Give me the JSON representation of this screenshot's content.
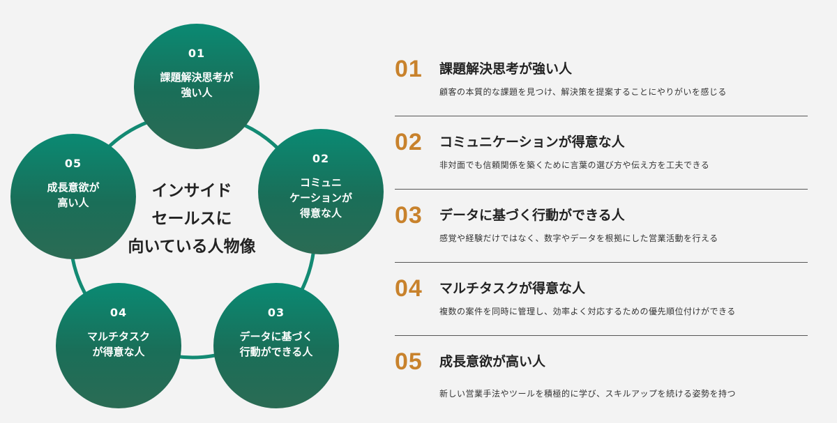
{
  "diagram": {
    "center_title": "インサイド\nセールスに\n向いている人物像",
    "ring_color": "#138a73",
    "circles": [
      {
        "num": "01",
        "label": "課題解決思考が\n強い人"
      },
      {
        "num": "02",
        "label": "コミュニ\nケーションが\n得意な人"
      },
      {
        "num": "03",
        "label": "データに基づく\n行動ができる人"
      },
      {
        "num": "04",
        "label": "マルチタスク\nが得意な人"
      },
      {
        "num": "05",
        "label": "成長意欲が\n高い人"
      }
    ]
  },
  "list": {
    "accent_color": "#c8822c",
    "items": [
      {
        "num": "01",
        "title": "課題解決思考が強い人",
        "desc": "顧客の本質的な課題を見つけ、解決策を提案することにやりがいを感じる"
      },
      {
        "num": "02",
        "title": "コミュニケーションが得意な人",
        "desc": "非対面でも信頼関係を築くために言葉の選び方や伝え方を工夫できる"
      },
      {
        "num": "03",
        "title": "データに基づく行動ができる人",
        "desc": "感覚や経験だけではなく、数字やデータを根拠にした営業活動を行える"
      },
      {
        "num": "04",
        "title": "マルチタスクが得意な人",
        "desc": "複数の案件を同時に管理し、効率よく対応するための優先順位付けができる"
      },
      {
        "num": "05",
        "title": "成長意欲が高い人",
        "desc": "新しい営業手法やツールを積極的に学び、スキルアップを続ける姿勢を持つ"
      }
    ]
  }
}
